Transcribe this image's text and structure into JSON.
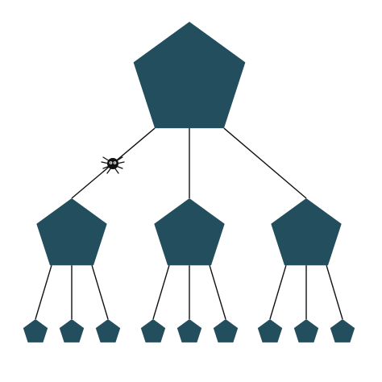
{
  "colors": {
    "node_fill": "#234E5D",
    "edge": "#111111",
    "background": "#FFFFFF",
    "spider_body": "#111111",
    "spider_eye": "#FFFFFF"
  },
  "tree": {
    "shape": "pentagon",
    "levels": 3,
    "branching": [
      1,
      3,
      3
    ],
    "root": {
      "id": "root",
      "children": [
        {
          "id": "left",
          "children": [
            {
              "id": "left-1"
            },
            {
              "id": "left-2"
            },
            {
              "id": "left-3"
            }
          ]
        },
        {
          "id": "middle",
          "children": [
            {
              "id": "middle-1"
            },
            {
              "id": "middle-2"
            },
            {
              "id": "middle-3"
            }
          ]
        },
        {
          "id": "right",
          "children": [
            {
              "id": "right-1"
            },
            {
              "id": "right-2"
            },
            {
              "id": "right-3"
            }
          ]
        }
      ]
    }
  },
  "spider": {
    "icon": "spider-icon",
    "on_edge": "root-to-left"
  }
}
